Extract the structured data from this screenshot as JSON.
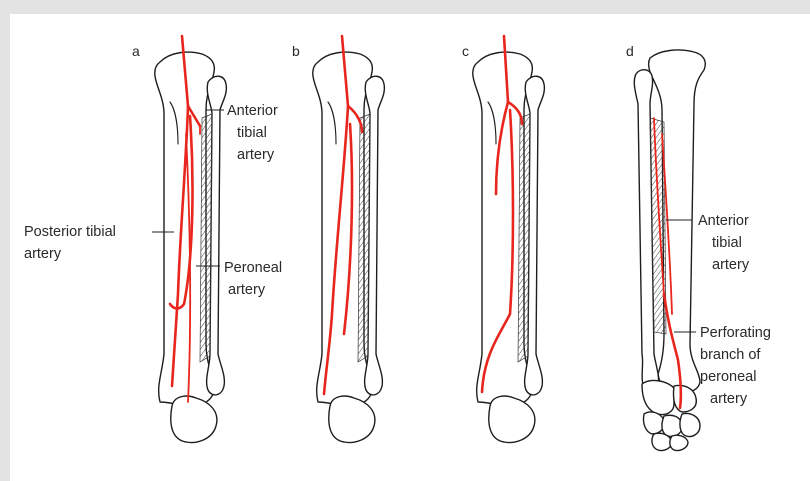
{
  "colors": {
    "artery": "#e8261d",
    "ink": "#1e1e1e",
    "membrane_hatch": "#333333"
  },
  "panels": [
    {
      "letter": "a"
    },
    {
      "letter": "b"
    },
    {
      "letter": "c"
    },
    {
      "letter": "d"
    }
  ],
  "labels": {
    "anterior_tibial_a": [
      "Anterior",
      "tibial",
      "artery"
    ],
    "posterior_tibial": [
      "Posterior tibial",
      "artery"
    ],
    "peroneal": [
      "Peroneal",
      "artery"
    ],
    "anterior_tibial_d": [
      "Anterior",
      "tibial",
      "artery"
    ],
    "perforating": [
      "Perforating",
      "branch of",
      "peroneal",
      "artery"
    ]
  }
}
